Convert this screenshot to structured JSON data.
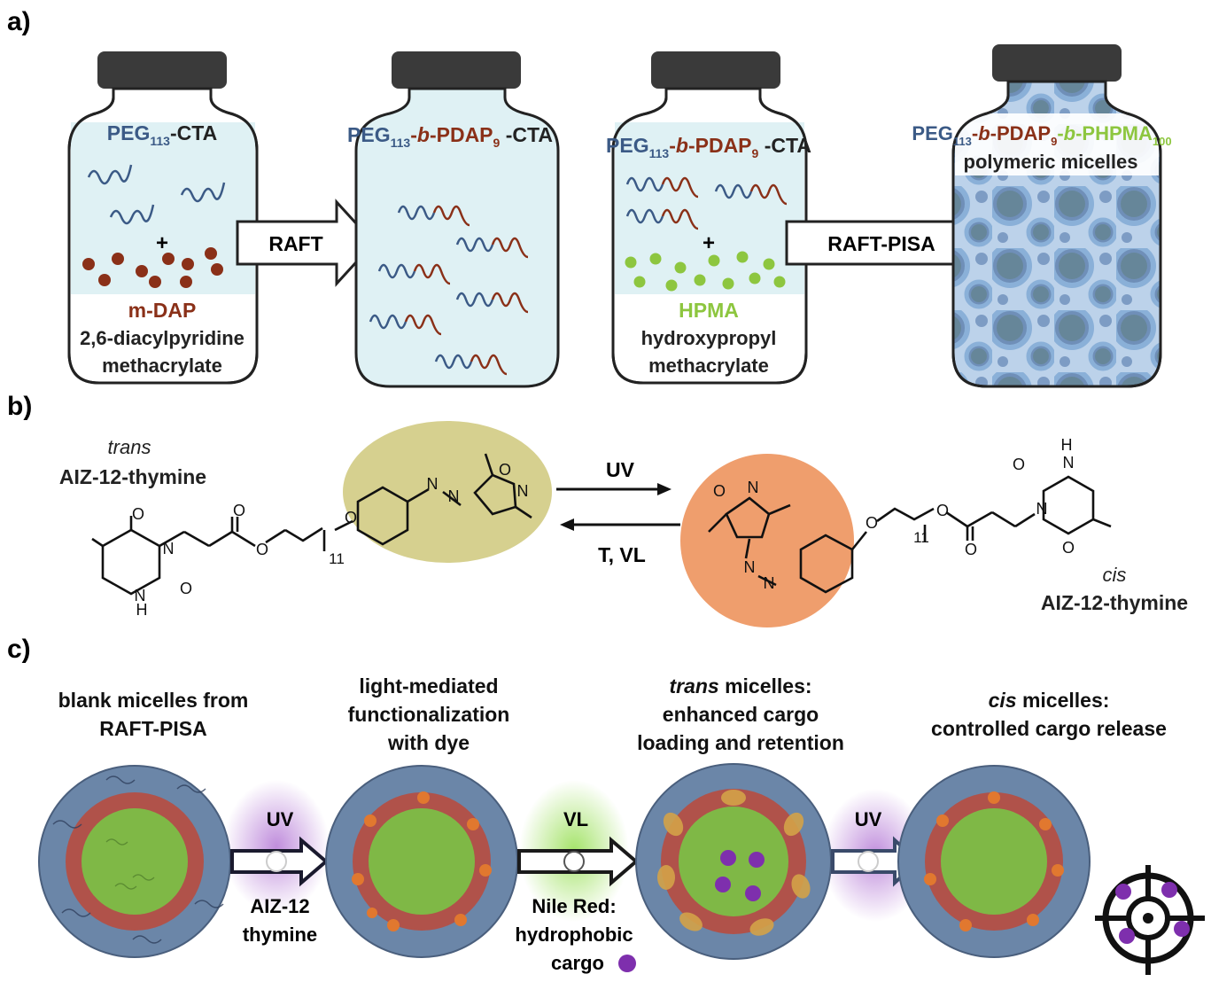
{
  "panel_labels": {
    "a": "a)",
    "b": "b)",
    "c": "c)"
  },
  "colors": {
    "peg_blue": "#3b5a86",
    "pdap_red": "#8a3018",
    "hpma_green": "#8dc63f",
    "solution_fill": "#dff1f4",
    "jar_cap": "#3a3a3a",
    "trans_circle": "#d6d08f",
    "cis_circle": "#ef9e6d",
    "micelle_shell": "#6b86a8",
    "micelle_red": "#b0524a",
    "micelle_core": "#7fb846",
    "cargo_purple": "#7e2fad"
  },
  "panel_a": {
    "jar1": {
      "label_main": "PEG",
      "label_sub": "113",
      "label_tail": "-CTA",
      "monomer": "m-DAP",
      "plus": "+",
      "desc1": "2,6-diacylpyridine",
      "desc2": "methacrylate"
    },
    "arrow1": "RAFT",
    "jar2": {
      "p1": "PEG",
      "p1_sub": "113",
      "p2": "-",
      "p3": "b",
      "p4": "-PDAP",
      "p4_sub": "9",
      "p5": " -CTA"
    },
    "jar3": {
      "p1": "PEG",
      "p1_sub": "113",
      "p2": "-",
      "p3": "b",
      "p4": "-PDAP",
      "p4_sub": "9",
      "p5": " -CTA",
      "plus": "+",
      "monomer": "HPMA",
      "desc1": "hydroxypropyl",
      "desc2": "methacrylate"
    },
    "arrow2": "RAFT-PISA",
    "jar4": {
      "p1": "PEG",
      "p1_sub": "113",
      "p2": "-",
      "p3": "b",
      "p4": "-PDAP",
      "p4_sub": "9",
      "p5": "-",
      "p6": "b",
      "p7": "-PHPMA",
      "p7_sub": "100",
      "line2": "polymeric micelles"
    }
  },
  "panel_b": {
    "trans_italic": "trans",
    "trans_name": "AIZ-12-thymine",
    "cis_italic": "cis",
    "cis_name": "AIZ-12-thymine",
    "forward": "UV",
    "reverse": "T, VL",
    "atoms": {
      "O": "O",
      "N": "N",
      "H": "H",
      "n11": "11"
    }
  },
  "panel_c": {
    "step1": [
      "blank micelles from",
      "RAFT-PISA"
    ],
    "step2": [
      "light-mediated",
      "functionalization",
      "with dye"
    ],
    "step3_italic": "trans",
    "step3": [
      " micelles:",
      "enhanced cargo",
      "loading and retention"
    ],
    "step4_italic": "cis",
    "step4": [
      " micelles:",
      "controlled cargo release"
    ],
    "arrow1_top": "UV",
    "arrow1_bottom": [
      "AIZ-12",
      "thymine"
    ],
    "arrow2_top": "VL",
    "arrow2_bottom": [
      "Nile Red:",
      "hydrophobic",
      "cargo"
    ],
    "arrow3_top": "UV"
  }
}
